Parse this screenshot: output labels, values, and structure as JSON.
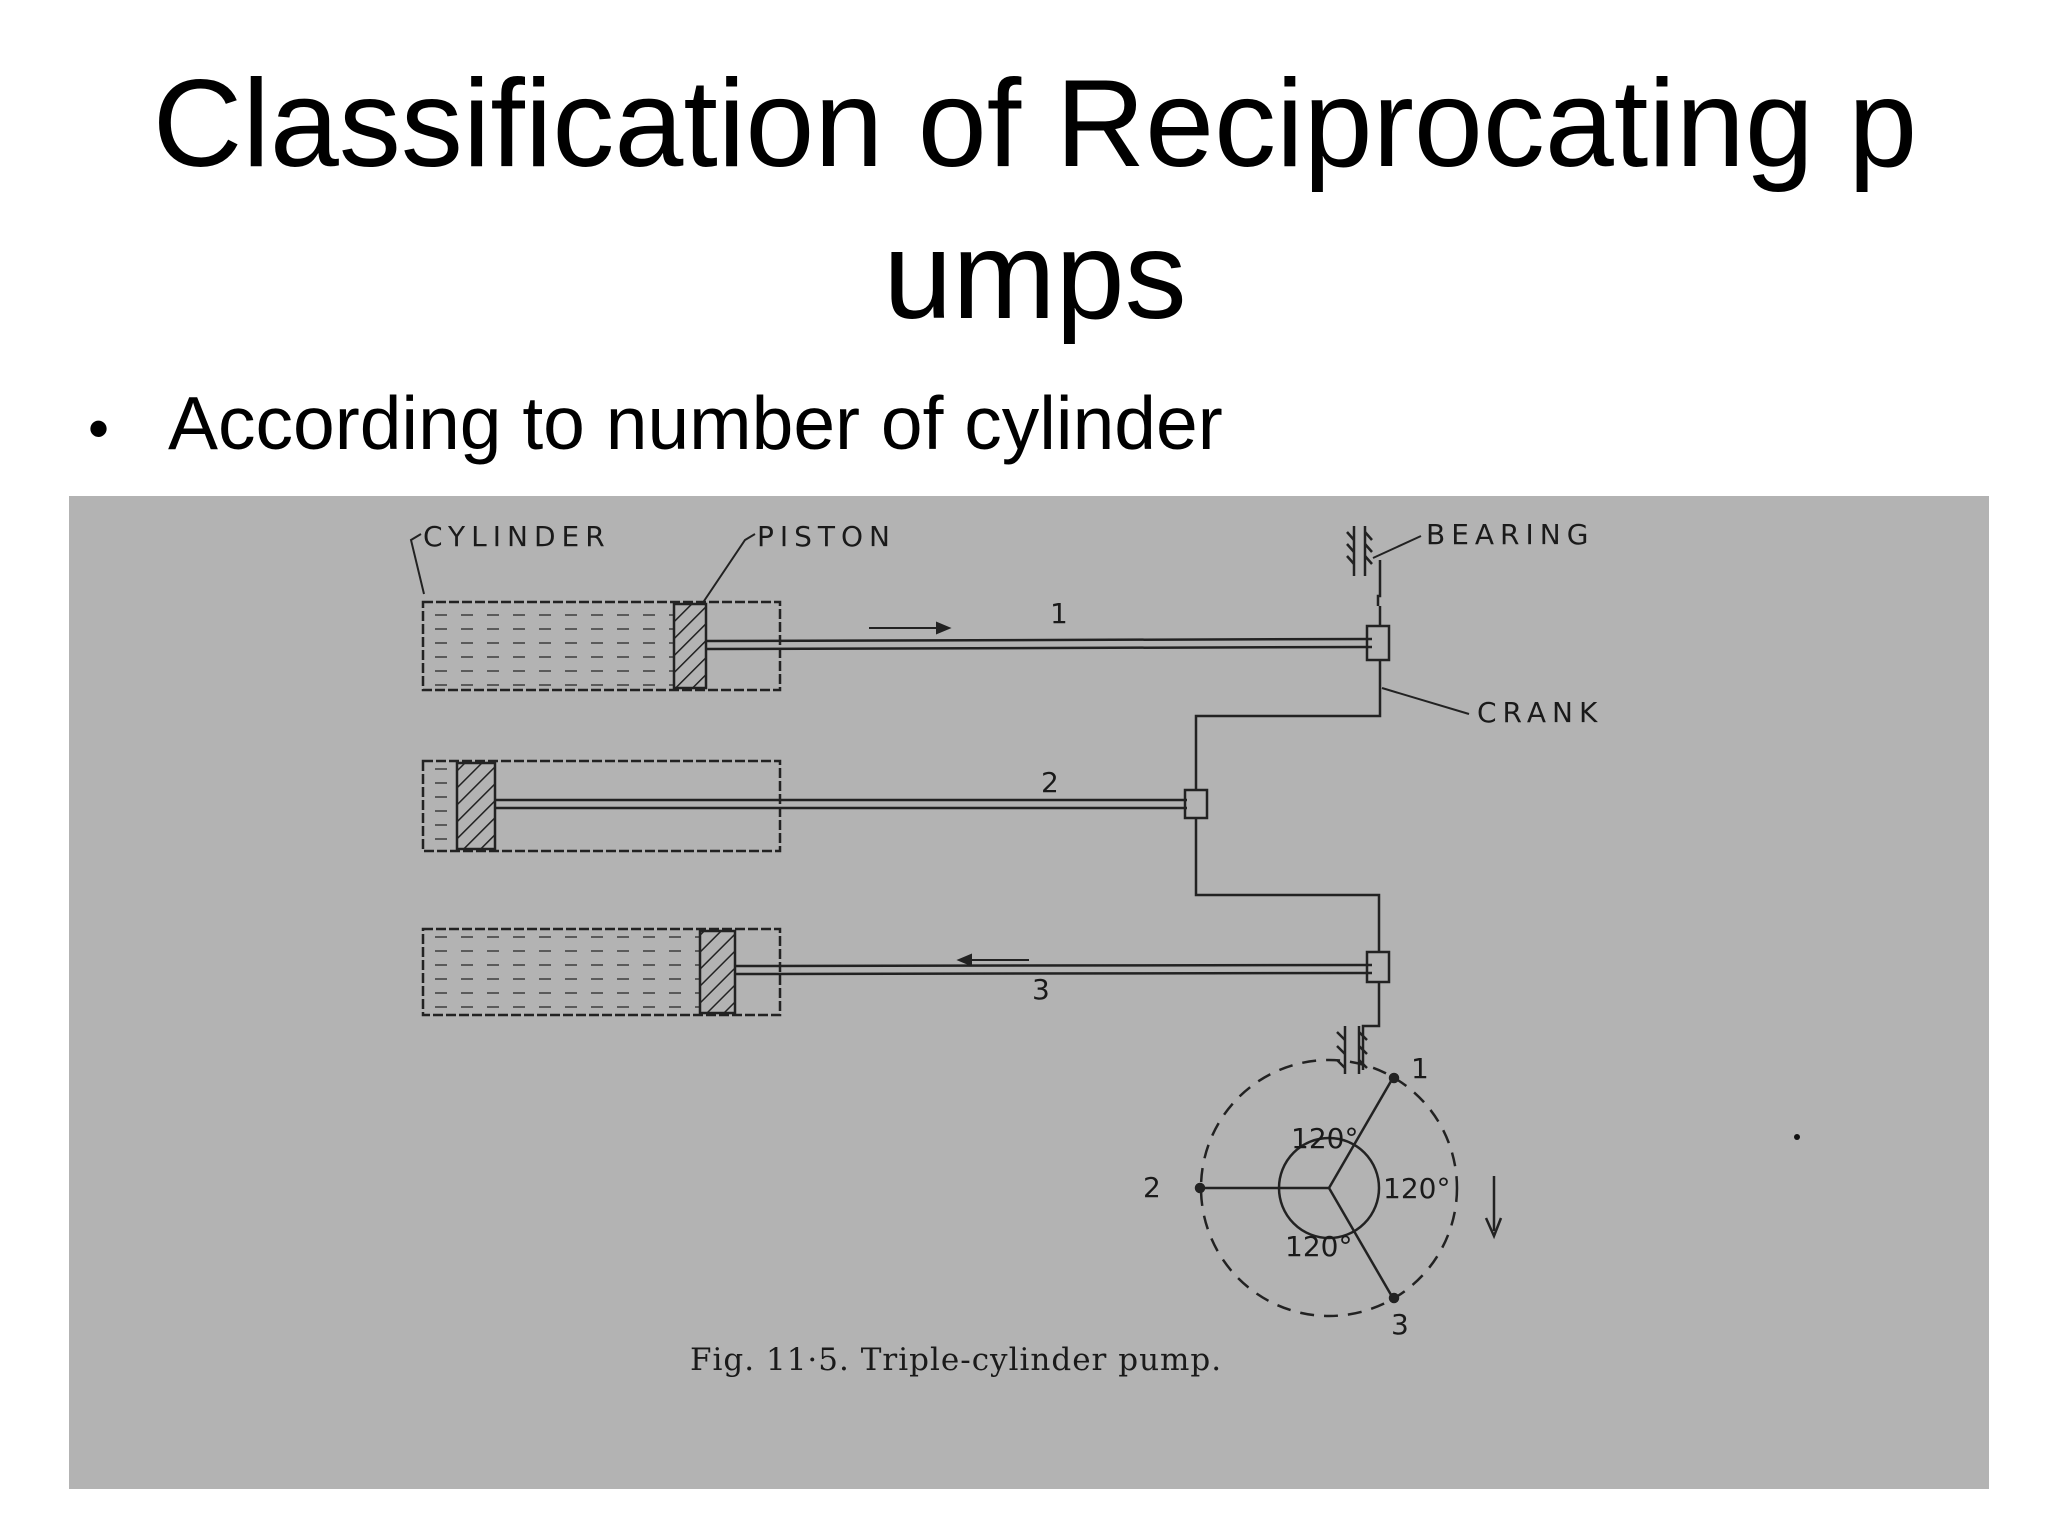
{
  "slide": {
    "title": "Classification of Reciprocating p umps",
    "bullet": "According to number of cylinder"
  },
  "figure": {
    "labels": {
      "cylinder": "CYLINDER",
      "piston": "PISTON",
      "bearing": "BEARING",
      "crank": "CRANK"
    },
    "cylinder_numbers": [
      "1",
      "2",
      "3"
    ],
    "crank_angles": [
      "120°",
      "120°",
      "120°"
    ],
    "crank_point_labels": [
      "1",
      "2",
      "3"
    ],
    "caption": "Fig. 11·5.   Triple-cylinder pump."
  }
}
